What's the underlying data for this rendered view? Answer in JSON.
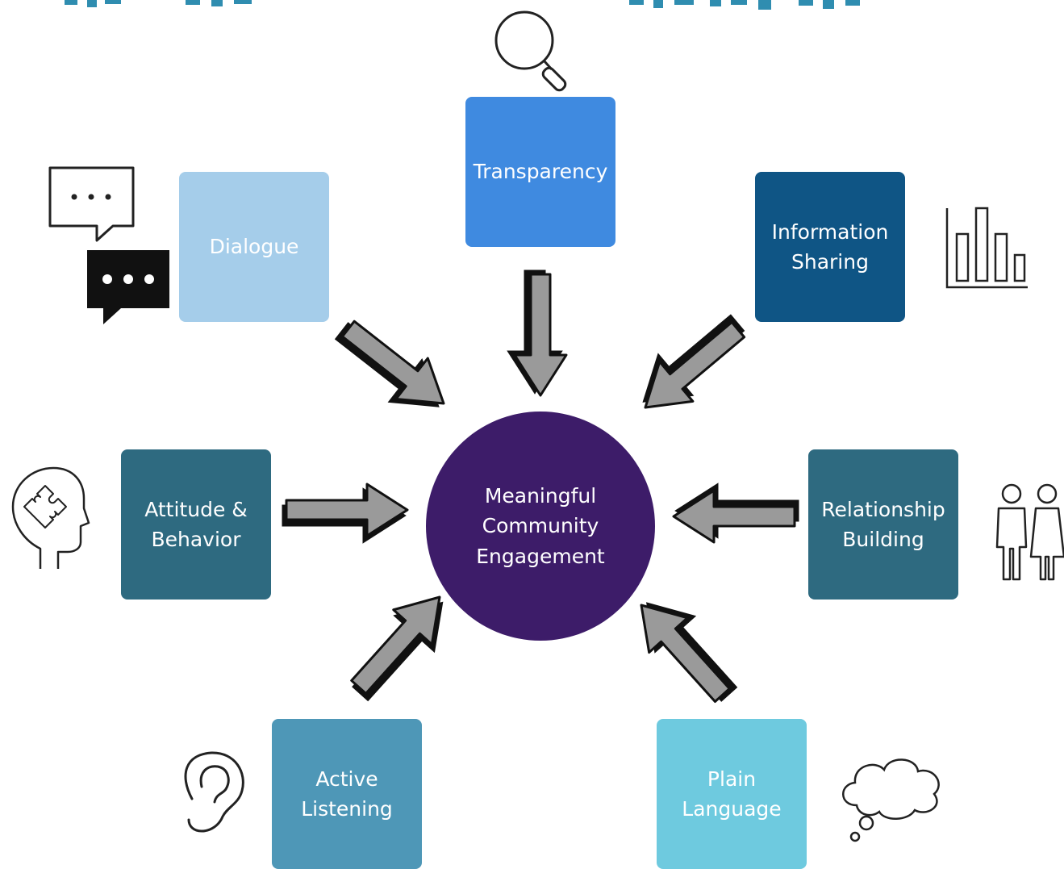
{
  "center": {
    "label": "Meaningful\nCommunity\nEngagement",
    "color": "#3d1c69"
  },
  "nodes": [
    {
      "id": "transparency",
      "label": "Transparency",
      "color": "#3f8ae0",
      "icon": "magnifier-icon"
    },
    {
      "id": "dialogue",
      "label": "Dialogue",
      "color": "#a5cdea",
      "icon": "speech-bubbles-icon"
    },
    {
      "id": "information-sharing",
      "label": "Information\nSharing",
      "color": "#0f5585",
      "icon": "bar-chart-icon"
    },
    {
      "id": "attitude-behavior",
      "label": "Attitude &\nBehavior",
      "color": "#2e6a80",
      "icon": "puzzle-head-icon"
    },
    {
      "id": "relationship-building",
      "label": "Relationship\nBuilding",
      "color": "#2e6a80",
      "icon": "people-icon"
    },
    {
      "id": "active-listening",
      "label": "Active\nListening",
      "color": "#4e97b7",
      "icon": "ear-icon"
    },
    {
      "id": "plain-language",
      "label": "Plain\nLanguage",
      "color": "#6ecadf",
      "icon": "thought-cloud-icon"
    }
  ],
  "arrow_fill": "#9a9a9a"
}
